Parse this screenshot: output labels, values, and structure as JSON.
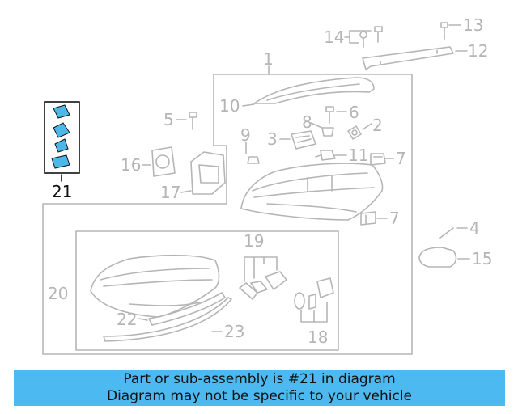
{
  "diagram": {
    "callouts": {
      "c1": "1",
      "c2": "2",
      "c3": "3",
      "c4": "4",
      "c5": "5",
      "c6": "6",
      "c7a": "7",
      "c7b": "7",
      "c8": "8",
      "c9": "9",
      "c10": "10",
      "c11": "11",
      "c12": "12",
      "c13": "13",
      "c14": "14",
      "c15": "15",
      "c16": "16",
      "c17": "17",
      "c18": "18",
      "c19": "19",
      "c20": "20",
      "c21": "21",
      "c22": "22",
      "c23": "23"
    },
    "colors": {
      "line": "#b5b5b5",
      "highlight_part": "#4db8e8",
      "highlight_outline": "#111111",
      "banner": "#4cb9f0"
    }
  },
  "banner": {
    "line1": "Part or sub-assembly is #21 in diagram",
    "line2": "Diagram may not be specific to your vehicle"
  }
}
